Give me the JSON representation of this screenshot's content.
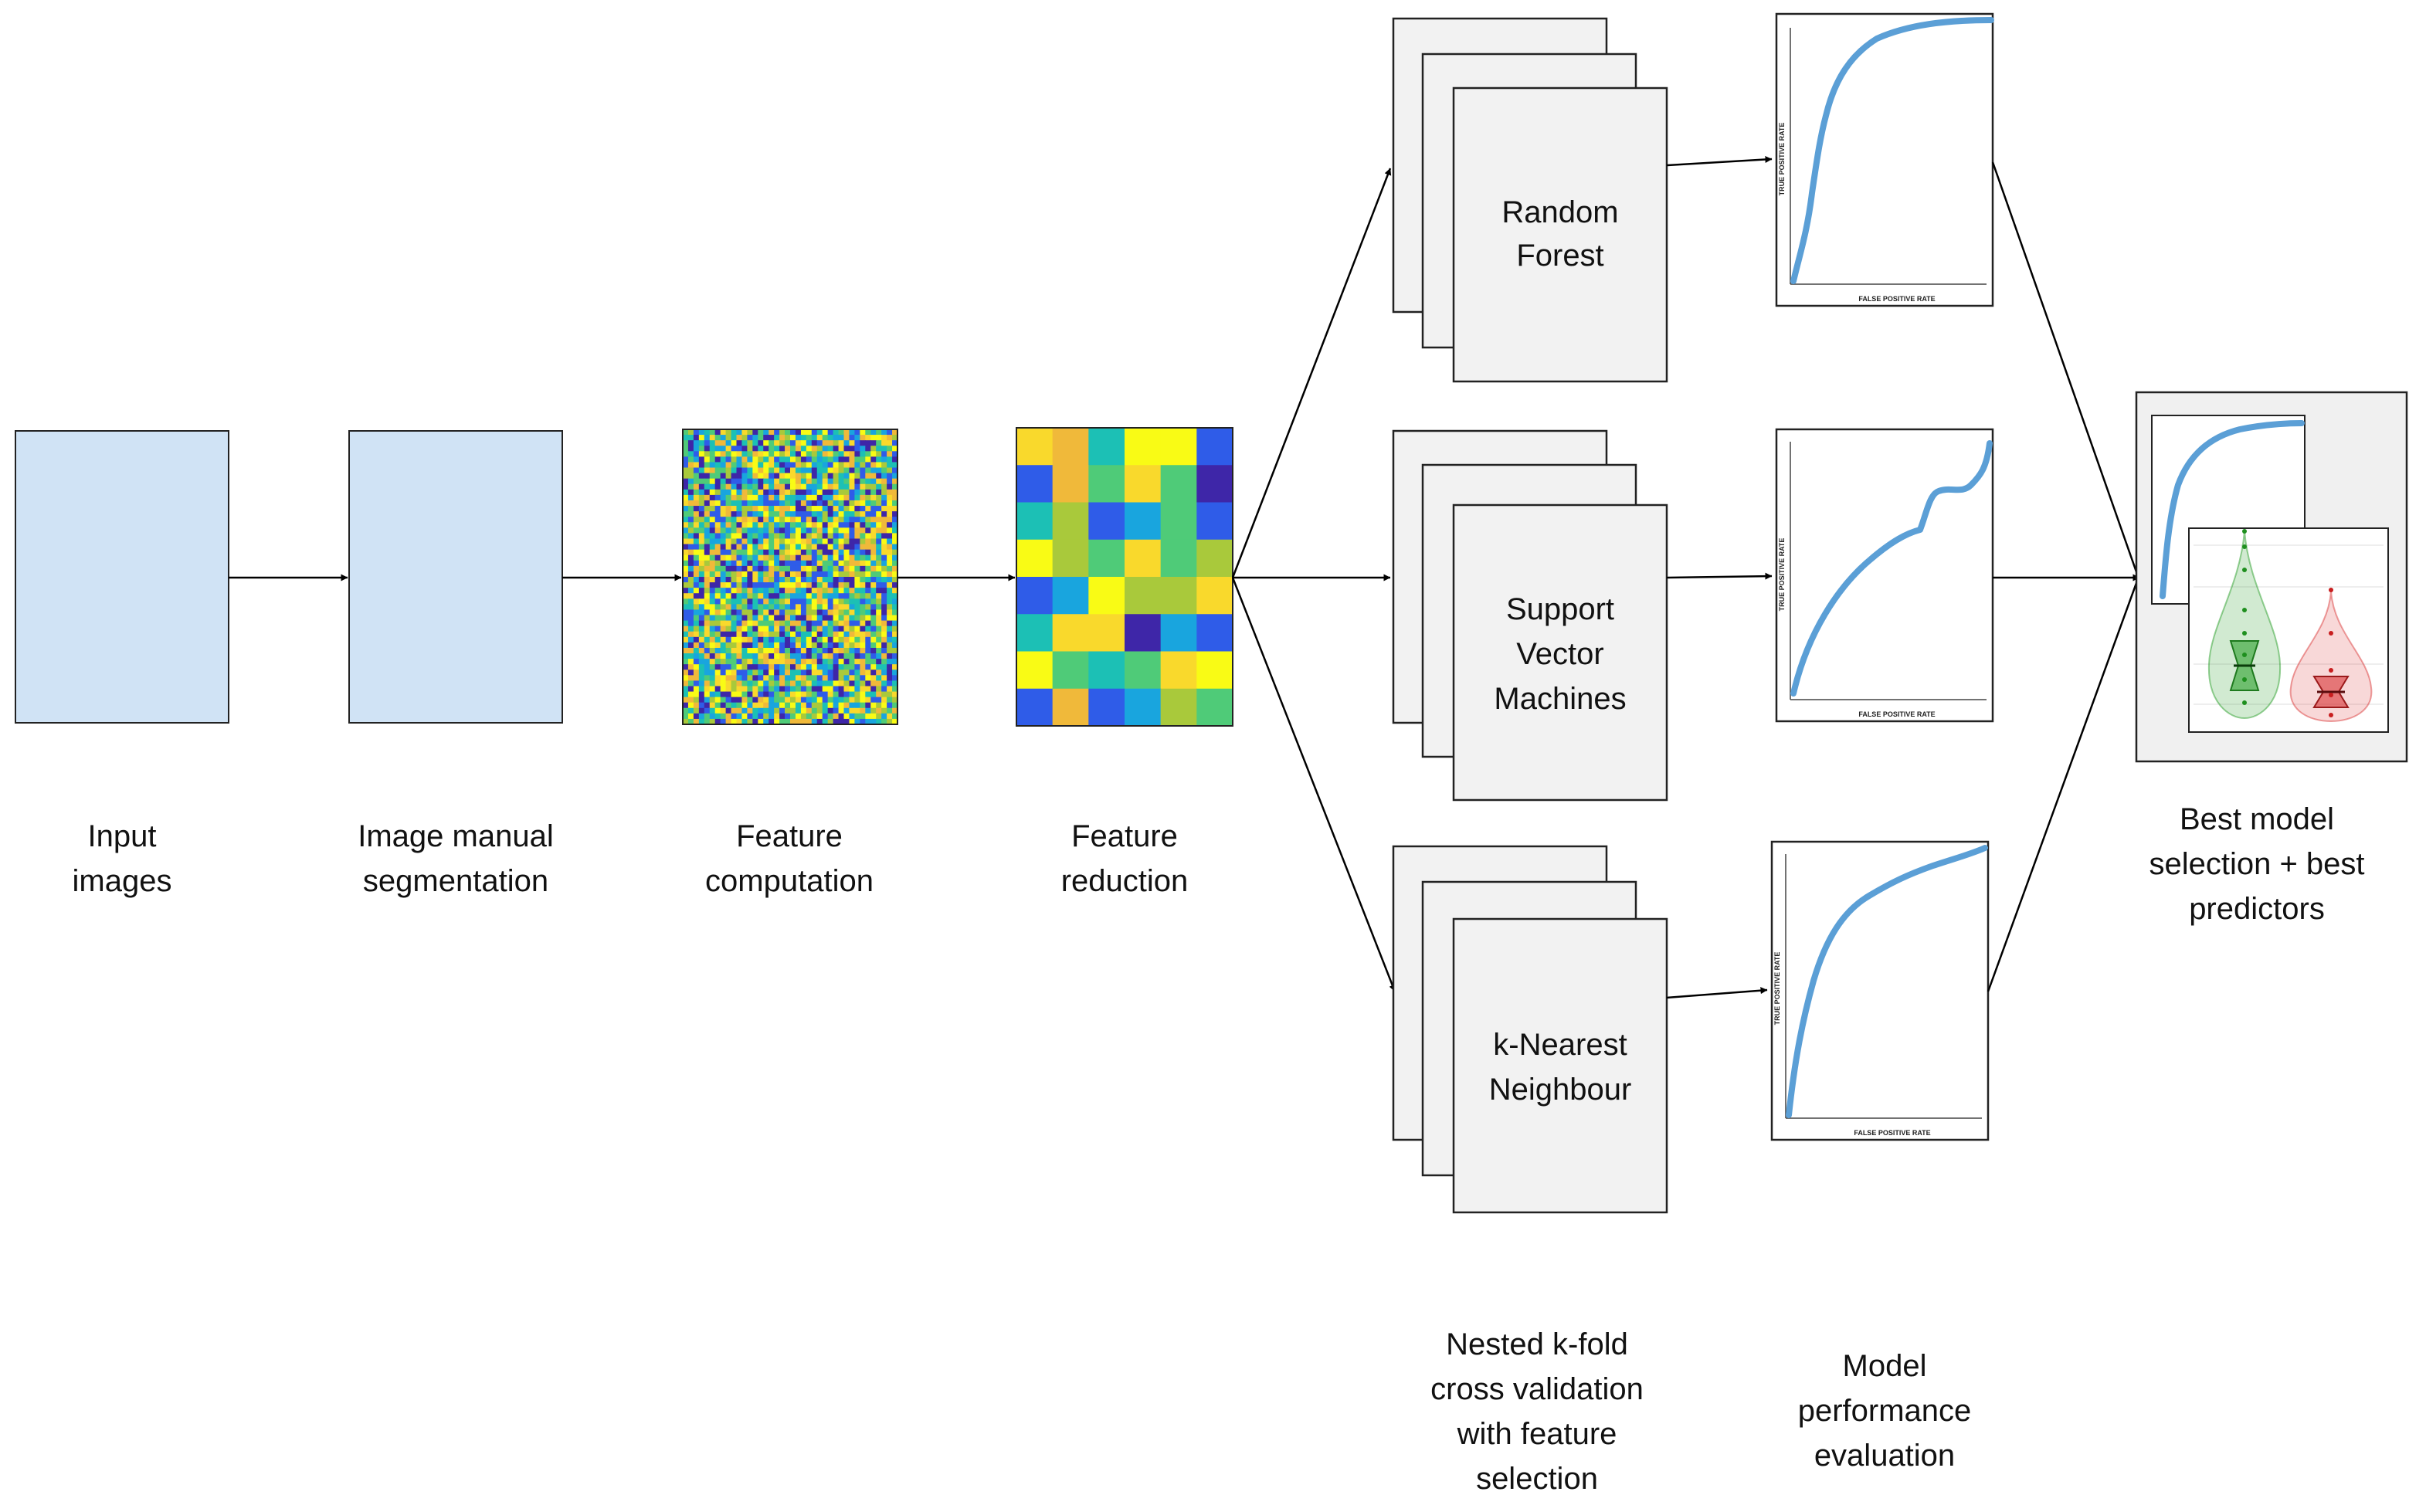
{
  "stages": {
    "input": "Input\nimages",
    "segmentation": "Image manual\nsegmentation",
    "computation": "Feature\ncomputation",
    "reduction": "Feature\nreduction"
  },
  "models": {
    "rf": "Random\nForest",
    "svm": "Support\nVector\nMachines",
    "knn": "k-Nearest\nNeighbour"
  },
  "captions": {
    "nested": "Nested k-fold\ncross validation\nwith feature\nselection",
    "performance": "Model\nperformance\nevaluation",
    "best": "Best model\nselection + best\npredictors"
  },
  "roc_axes": {
    "xlabel": "FALSE POSITIVE RATE",
    "ylabel": "TRUE POSITIVE RATE"
  },
  "colors": {
    "box_fill": "#d0e3f5",
    "card_fill": "#f2f2f2",
    "roc_line": "#5b9fd6",
    "violin_green": "#2ca02c",
    "violin_red": "#d62728",
    "heatmap_palette": [
      "#3e26a8",
      "#2f5ce8",
      "#19a5de",
      "#1cc0b5",
      "#4fcb78",
      "#a9c93b",
      "#f0b93a",
      "#f9d92c",
      "#f9fb15"
    ]
  },
  "icons": {
    "feature_matrix": "noise-heatmap",
    "reduced_matrix": "block-heatmap",
    "roc_plot": "roc-curve",
    "violin_plot": "violin-plot"
  }
}
